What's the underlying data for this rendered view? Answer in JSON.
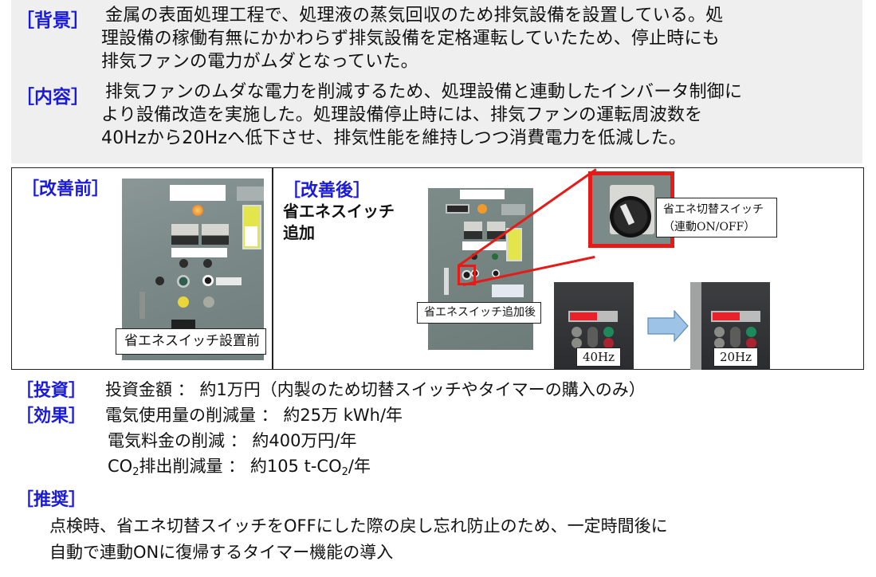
{
  "summary": {
    "background": {
      "label": "［背景］",
      "lines": [
        "金属の表面処理工程で、処理液の蒸気回収のため排気設備を設置している。処",
        "理設備の稼働有無にかかわらず排気設備を定格運転していたため、停止時にも",
        "排気ファンの電力がムダとなっていた。"
      ]
    },
    "content": {
      "label": "［内容］",
      "lines": [
        "排気ファンのムダな電力を削減するため、処理設備と連動したインバータ制御に",
        "より設備改造を実施した。処理設備停止時には、排気ファンの運転周波数を",
        "40Hzから20Hzへ低下させ、排気性能を維持しつつ消費電力を低減した。"
      ]
    }
  },
  "comparison": {
    "before": {
      "label": "［改善前］",
      "photo_caption": "省エネスイッチ設置前"
    },
    "after": {
      "label": "［改善後］",
      "subtitle_lines": [
        "省エネスイッチ",
        "追加"
      ],
      "photo_caption": "省エネスイッチ追加後",
      "inset_caption_lines": [
        "省エネ切替スイッチ",
        "（連動ON/OFF）"
      ],
      "inverter_before_label": "40Hz",
      "inverter_after_label": "20Hz"
    }
  },
  "investment": {
    "label": "［投資］",
    "text": "投資金額 ： 約1万円（内製のため切替スイッチやタイマーの購入のみ）"
  },
  "effect": {
    "label": "［効果］",
    "line1": "電気使用量の削減量 ： 約25万 kWh/年",
    "line2": "電気料金の削減 ： 約400万円/年",
    "line3_prefix": "CO",
    "line3_sub": "2",
    "line3_mid": "排出削減量 ： 約105 t-CO",
    "line3_sub2": "2",
    "line3_suffix": "/年"
  },
  "recommendation": {
    "label": "［推奨］",
    "lines": [
      "点検時、省エネ切替スイッチをOFFにした際の戻し忘れ防止のため、一定時間後に",
      "自動で連動ONに復帰するタイマー機能の導入"
    ]
  },
  "colors": {
    "accent_blue": "#1a1adc",
    "highlight_red": "#e41b17",
    "summary_bg": "#efefef",
    "arrow_fill": "#9dc3e6"
  }
}
